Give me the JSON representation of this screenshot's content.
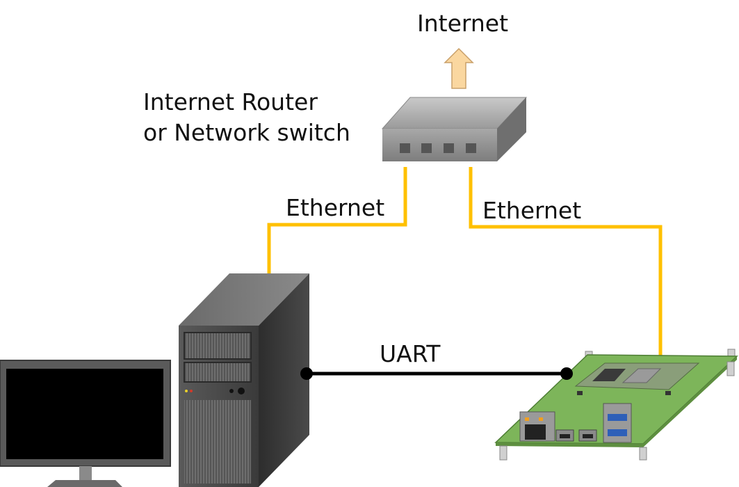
{
  "labels": {
    "internet": "Internet",
    "router_line1": "Internet Router",
    "router_line2": "or Network switch",
    "ethernet_left": "Ethernet",
    "ethernet_right": "Ethernet",
    "uart": "UART"
  },
  "colors": {
    "ethernet_cable": "#FFC000",
    "uart_cable": "#000000",
    "internet_arrow": "#FAD7A0",
    "router_body": "#8C8C8C",
    "board_pcb": "#7DB55A",
    "monitor_screen": "#000000",
    "tower_body": "#3A3A3A"
  },
  "nodes": [
    "Internet",
    "Internet Router or Network switch",
    "PC tower",
    "Monitor",
    "Embedded board"
  ],
  "connections": [
    {
      "from": "PC tower",
      "to": "Router",
      "label": "Ethernet"
    },
    {
      "from": "Embedded board",
      "to": "Router",
      "label": "Ethernet"
    },
    {
      "from": "PC tower",
      "to": "Embedded board",
      "label": "UART"
    },
    {
      "from": "Router",
      "to": "Internet",
      "label": ""
    }
  ]
}
